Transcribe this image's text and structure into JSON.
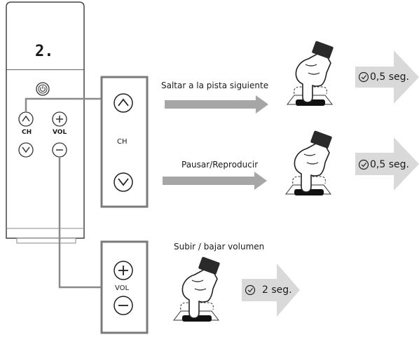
{
  "remote": {
    "display_text": "2.",
    "ch_label": "CH",
    "vol_label": "VOL"
  },
  "ch_panel": {
    "label": "CH"
  },
  "vol_panel": {
    "label": "VOL"
  },
  "actions": [
    {
      "caption": "Saltar a la pista siguiente",
      "duration": "0,5 seg."
    },
    {
      "caption": "Pausar/Reproducir",
      "duration": "0,5 seg."
    },
    {
      "caption": "Subir / bajar volumen",
      "duration": "2 seg."
    }
  ],
  "colors": {
    "outline": "#777777",
    "arrow": "#a6a6a6",
    "badge": "#d9d9d9",
    "ink": "#1a1a1a"
  }
}
